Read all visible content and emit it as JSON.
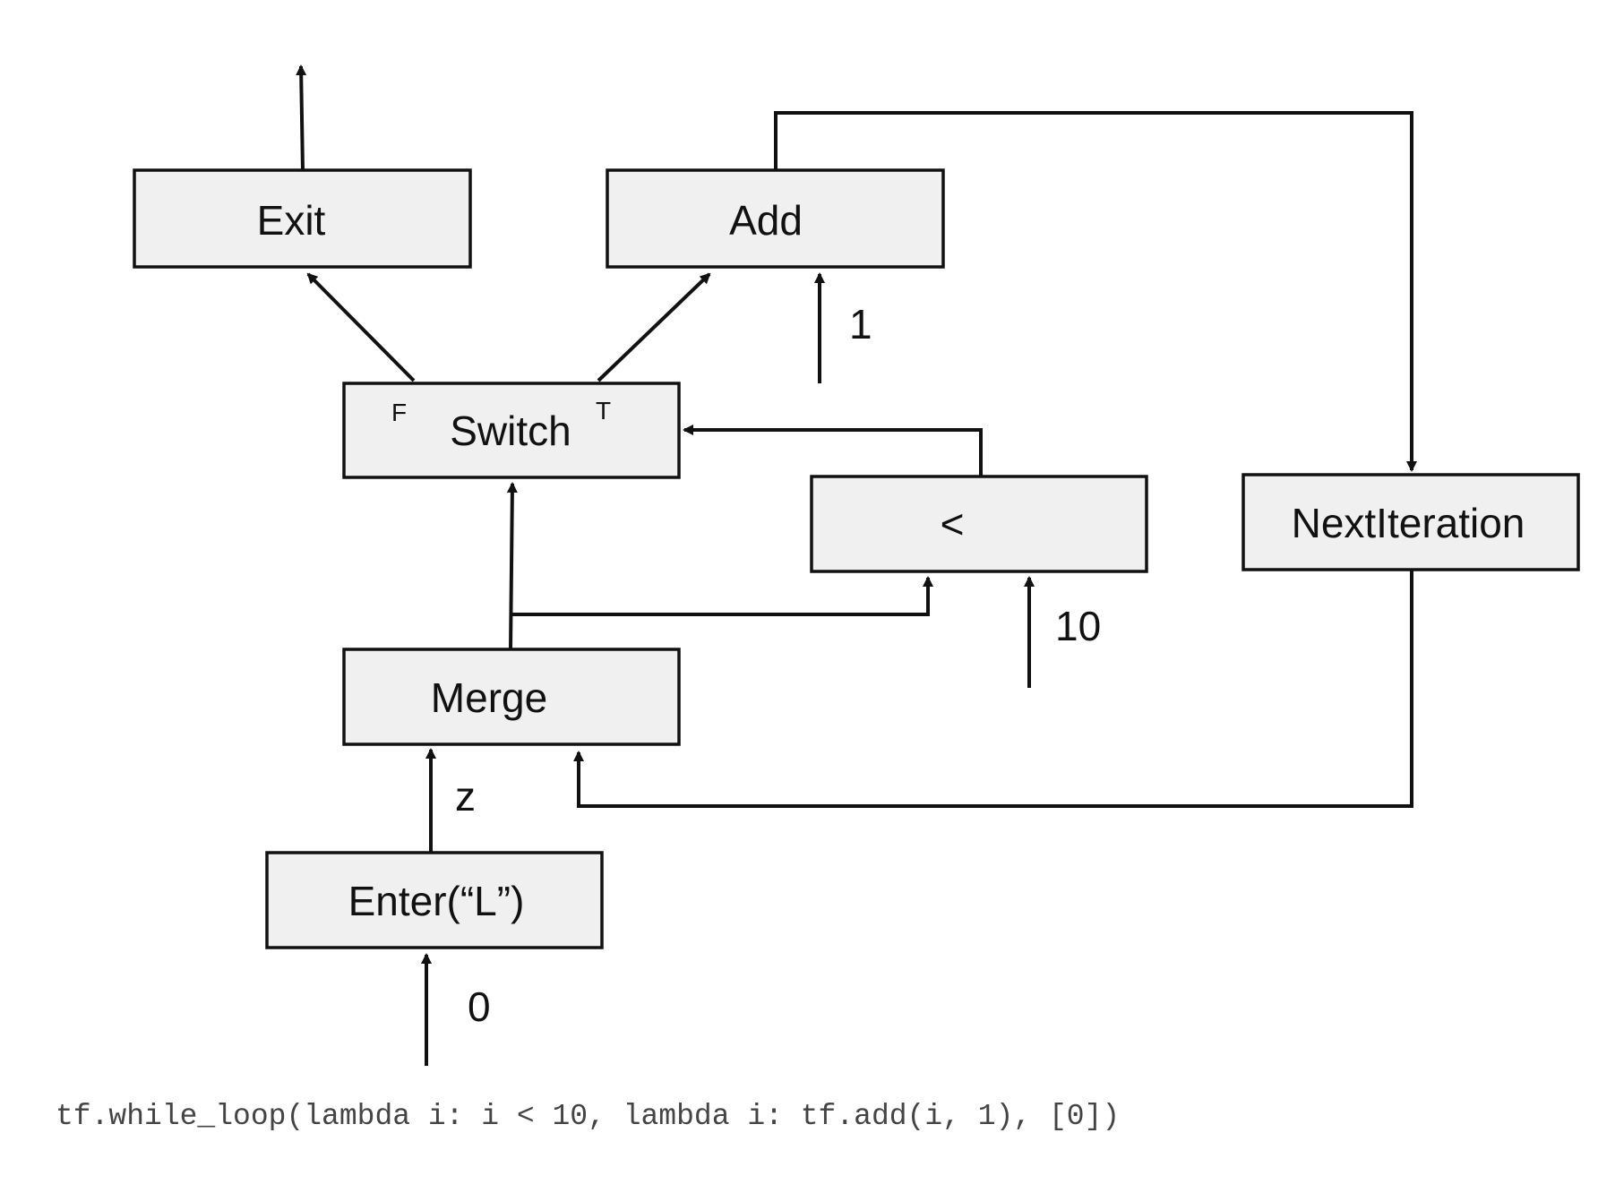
{
  "nodes": {
    "exit": "Exit",
    "add": "Add",
    "switch": "Switch",
    "switch_false_port": "F",
    "switch_true_port": "T",
    "less_than": "<",
    "next_iteration": "NextIteration",
    "merge": "Merge",
    "enter": "Enter(“L”)"
  },
  "edge_labels": {
    "add_constant": "1",
    "compare_constant": "10",
    "enter_to_merge": "z",
    "initial_input": "0"
  },
  "code": "tf.while_loop(lambda i: i < 10, lambda i: tf.add(i, 1), [0])",
  "colors": {
    "node_fill": "#f0f0f0",
    "stroke": "#111111",
    "code_text": "#444444"
  }
}
